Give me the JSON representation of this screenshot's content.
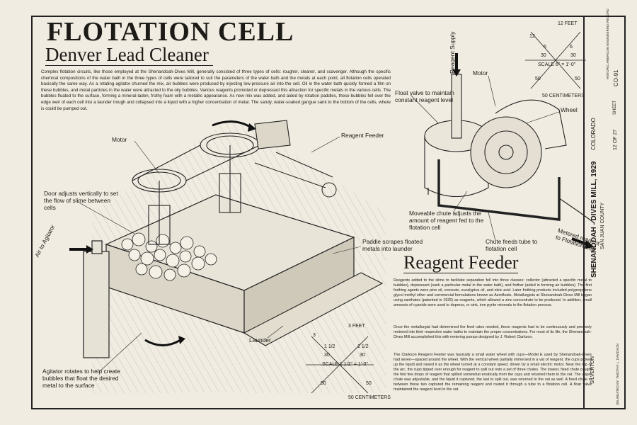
{
  "title": "FLOTATION CELL",
  "subtitle": "Denver Lead Cleaner",
  "intro": "Complex flotation circuits, like those employed at the Shenandoah-Dives Mill, generally consisted of three types of cells: rougher, cleaner, and scavenger. Although the specific chemical compositions of the water bath in the three types of cells were tailored to suit the parameters of the water bath and the metals at each point, all flotation cells operated basically the same way. As a rotating agitator churned the mix, air bubbles were produced by injecting low-pressure air into the cell. Oil in the water bath quickly formed a film on these bubbles, and metal particles in the water were attracted to the oily bubbles. Various reagents promoted or depressed this attraction for specific metals in the various cells. The bubbles floated to the surface, forming a mineral-laden, frothy foam with a metallic appearance. As new mix was added, and aided by rotation paddles, these bubbles fell over the edge weir of each cell into a launder trough and collapsed into a liquid with a higher concentration of metal. The sandy, water-soaked gangue sank to the bottom of the cells, where is could be pumped out.",
  "labels": {
    "motor": "Motor",
    "reagent_feeder": "Reagent Feeder",
    "door": "Door adjusts vertically to set the flow of slime between cells",
    "air": "Air to Agitator",
    "paddle": "Paddle scrapes floated metals into launder",
    "launder": "Launder",
    "agitator": "Agitator rotates to help create bubbles that float the desired metal to the surface",
    "reagent_supply": "Reagent Supply",
    "motor2": "Motor",
    "wheel": "Wheel",
    "float_valve": "Float valve to maintain constant reagent level",
    "chute": "Moveable chute adjusts the amount of reagent fed to the flotation cell",
    "chute_tube": "Chute feeds tube to flotation cell",
    "metered": "Metered reagent to Flotation Cell"
  },
  "reagent_title": "Reagent Feeder",
  "reagent_paragraphs": [
    "Reagents added to the slime to facilitate separation fell into three classes: collector (attracted a specific metal to bubbles), depressant (sank a particular metal in the water bath), and frother (aided in forming air bubbles). The first frothing agents were pine oil, creosote, eucalyptus oil, and oleic acid. Later frothing products included polypropylene glycol methyl ether and commercial formulations known as Aerofloats. Metallurgists at Shenandoah-Dives Mill began using xanthates (patented in 1925) as reagents, which allowed a zinc concentrate to be produced. In addition, small amounts of cyanide were used to depress, or sink, iron pyrite minerals in the flotation process.",
    "Once the metallurgist had determined the feed rates needed, these reagents had to be continuously and precisely metered into their respective water baths to maintain the proper concentrations. For most of its life, the Shenandoah-Dives Mill accomplished this with metering pumps designed by J. Robert Clarkson.",
    "The Clarkson Reagent Feeder was basically a small water wheel with cups—Model E used by Shenandoah-Dives had seven—spaced around the wheel. With the vertical wheel partially immersed in a vat of reagent, the cups picked up the liquid and raised it as the wheel turned at a constant speed, driven by a small electric motor. Near the top of the arc, the cups tipped over enough for reagent to spill out onto a set of three chutes. The lowest, fixed chute caught the first few drops of reagent that spilled somewhat erratically from the cups and returned them to the vat. The upper chute was adjustable, and the liquid it captured, the last to spill out, was returned to the vat as well. A fixed chute in between these two captured the remaining reagent and routed it through a tube to a flotation cell. A float valve maintained the reagent level in the vat."
  ],
  "scale1": {
    "feet": "3 FEET",
    "n1": "1 1/2",
    "n2": "30",
    "text": "SCALE  1 1/2\" = 1'-0\"",
    "cm": "50 CENTIMETERS",
    "n50": "50",
    "n3": "3"
  },
  "scale2": {
    "feet": "12 FEET",
    "n12": "12",
    "n6": "6",
    "n30": "30",
    "text": "SCALE  6\" = 1'-0\"",
    "cm": "50 CENTIMETERS",
    "n50": "50"
  },
  "titleblock": {
    "main": "SHENANDOAH - DIVES MILL, 1929",
    "county": "SAN JUAN COUNTY",
    "state": "COLORADO",
    "town": "SILVERTON",
    "code": "CO-91",
    "sheet": "SHEET",
    "sheetno": "12 OF 27",
    "delineated": "DELINEATED BY: TIMOTHY L. DAVIDSON",
    "agency": "HISTORIC AMERICAN ENGINEERING RECORD"
  }
}
